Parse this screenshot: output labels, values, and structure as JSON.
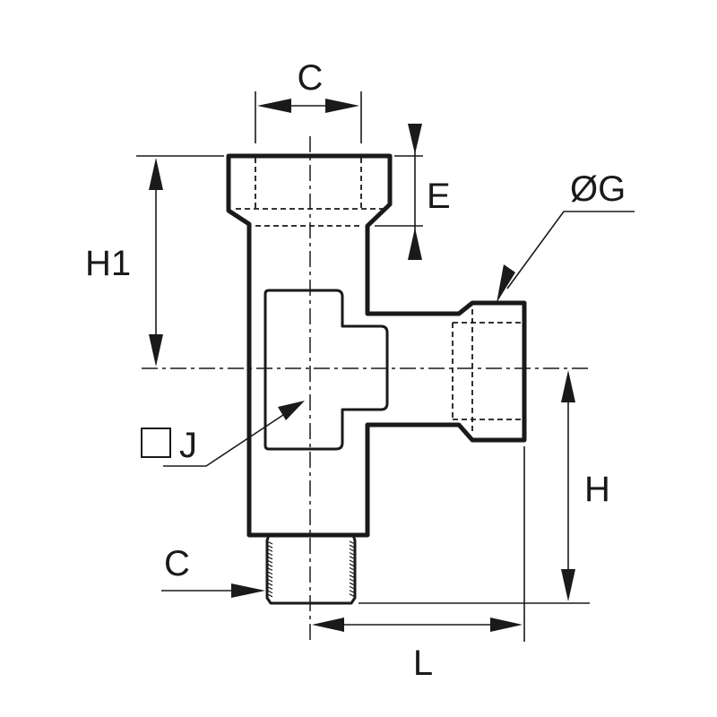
{
  "figure": {
    "labels": {
      "c_top": "C",
      "c_bottom": "C",
      "e": "E",
      "g": "ØG",
      "h1": "H1",
      "h": "H",
      "j": "J",
      "l": "L"
    },
    "colors": {
      "line": "#1a1a1a",
      "background": "#ffffff"
    }
  }
}
